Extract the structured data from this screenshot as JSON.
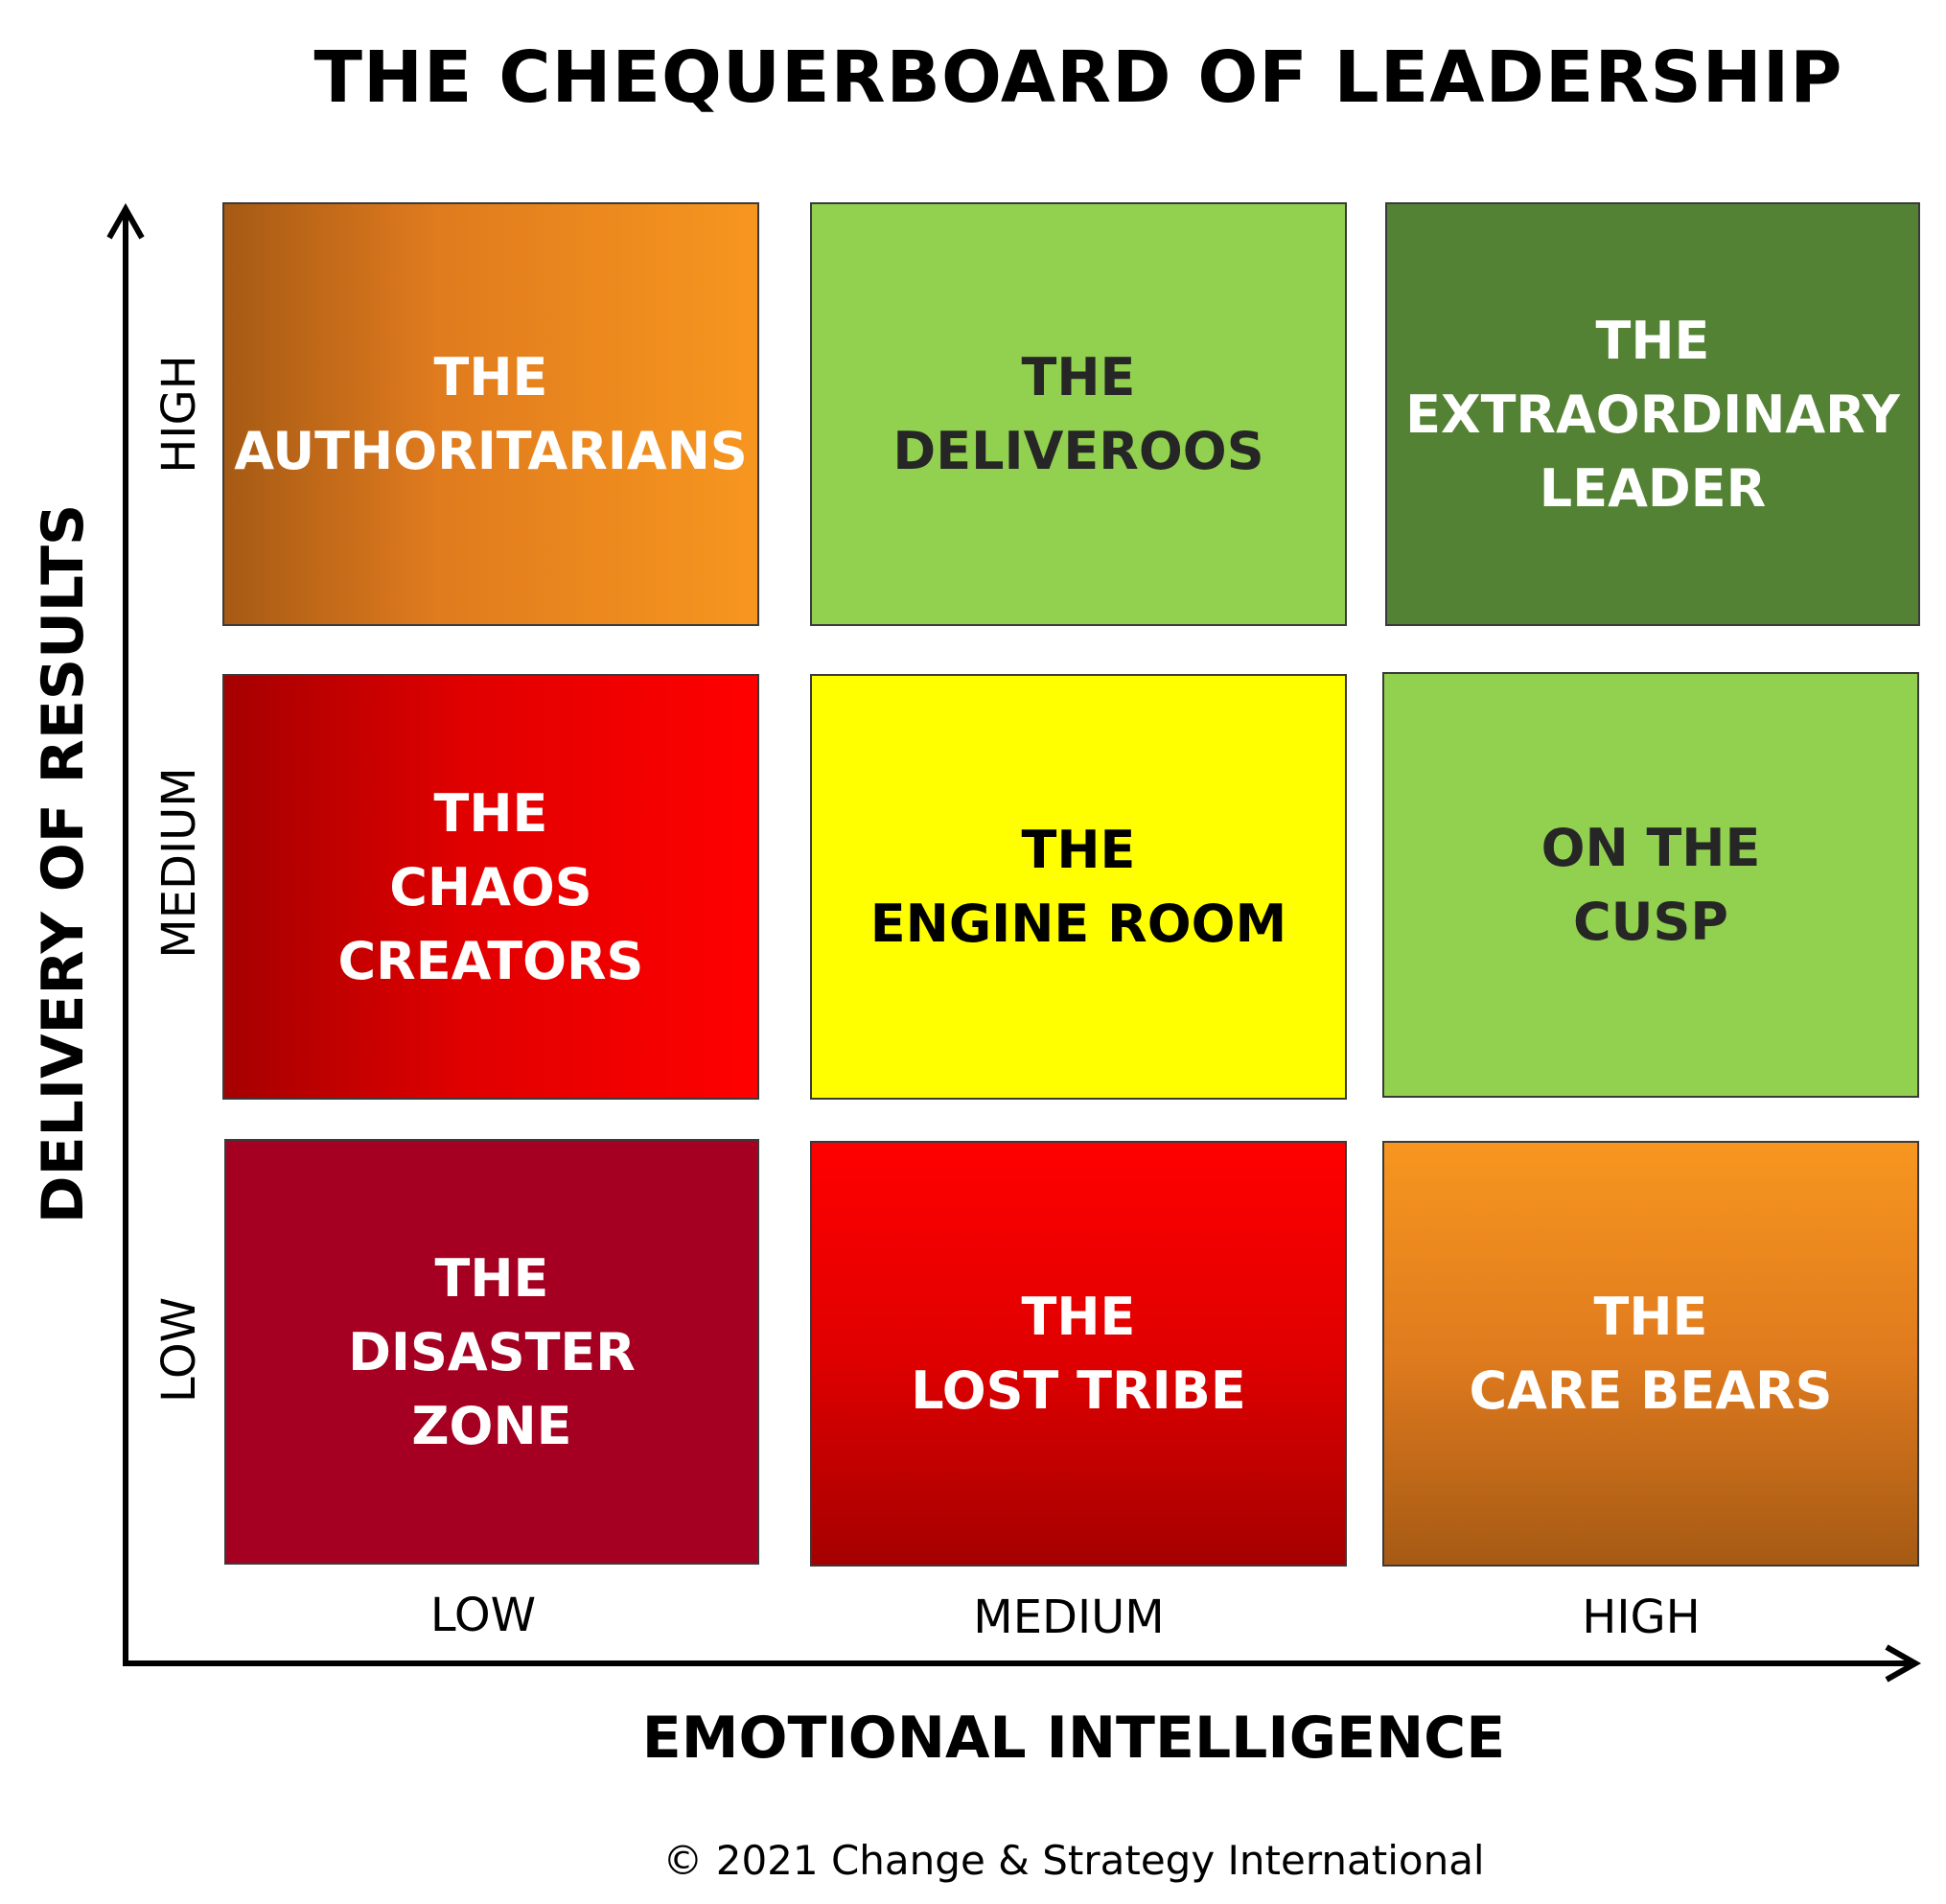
{
  "title": "THE CHEQUERBOARD OF LEADERSHIP",
  "y_axis": {
    "title": "DELIVERY OF RESULTS",
    "ticks": [
      "HIGH",
      "MEDIUM",
      "LOW"
    ]
  },
  "x_axis": {
    "title": "EMOTIONAL INTELLIGENCE",
    "ticks": [
      "LOW",
      "MEDIUM",
      "HIGH"
    ]
  },
  "cells": {
    "authoritarians": "THE\nAUTHORITARIANS",
    "deliveroos": "THE\nDELIVEROOS",
    "extraordinary_leader": "THE\nEXTRAORDINARY\nLEADER",
    "chaos_creators": "THE\nCHAOS\nCREATORS",
    "engine_room": "THE\nENGINE ROOM",
    "on_the_cusp": "ON THE\nCUSP",
    "disaster_zone": "THE\nDISASTER\nZONE",
    "lost_tribe": "THE\nLOST TRIBE",
    "care_bears": "THE\nCARE BEARS"
  },
  "colors": {
    "light_green": "#92d050",
    "dark_green": "#548235",
    "yellow": "#ffff00",
    "red": "#ff0000",
    "dark_red": "#a50021",
    "orange": "#f7961f"
  },
  "copyright": "© 2021 Change & Strategy International"
}
